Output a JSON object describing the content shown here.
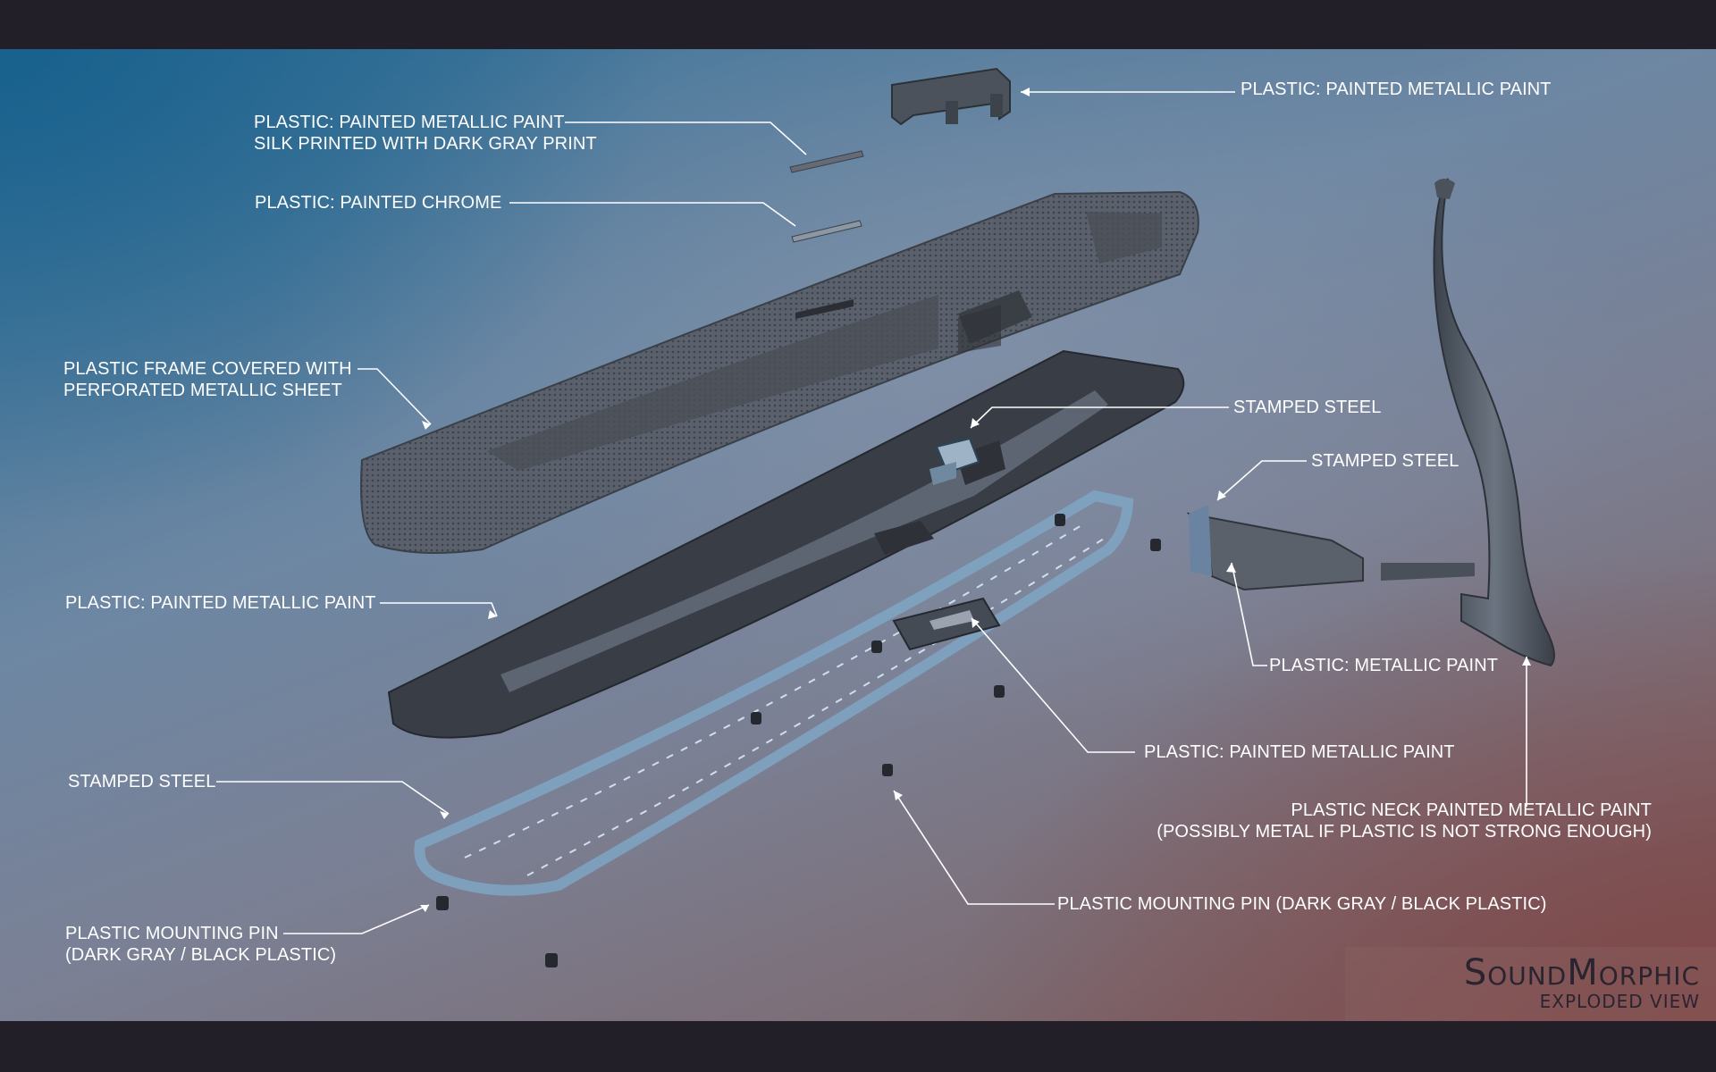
{
  "labels": {
    "clip_top": "PLASTIC: PAINTED METALLIC PAINT",
    "badge_line1": "PLASTIC: PAINTED METALLIC PAINT",
    "badge_line2": "SILK PRINTED WITH DARK GRAY PRINT",
    "chrome_strip": "PLASTIC: PAINTED CHROME",
    "grille_line1": "PLASTIC FRAME COVERED WITH",
    "grille_line2": "PERFORATED METALLIC SHEET",
    "stamped_steel_bracket": "STAMPED STEEL",
    "stamped_steel_small": "STAMPED STEEL",
    "tray_left": "PLASTIC: PAINTED METALLIC PAINT",
    "arm_block": "PLASTIC: METALLIC PAINT",
    "inner_plate": "PLASTIC: PAINTED METALLIC PAINT",
    "stamped_steel_frame": "STAMPED STEEL",
    "neck_line1": "PLASTIC NECK PAINTED METALLIC PAINT",
    "neck_line2": "(POSSIBLY METAL IF PLASTIC IS NOT STRONG ENOUGH)",
    "pin_center": "PLASTIC MOUNTING PIN (DARK GRAY / BLACK PLASTIC)",
    "pin_left_line1": "PLASTIC MOUNTING PIN",
    "pin_left_line2": "(DARK GRAY / BLACK PLASTIC)"
  },
  "branding": {
    "name": "SoundMorphic",
    "subtitle": "EXPLODED VIEW"
  },
  "colors": {
    "label_text": "#ffffff",
    "brand_text": "#2a2430",
    "grille": "#5c6470",
    "tray": "#3a3f48",
    "steel_frame": "#7fa6c4"
  }
}
